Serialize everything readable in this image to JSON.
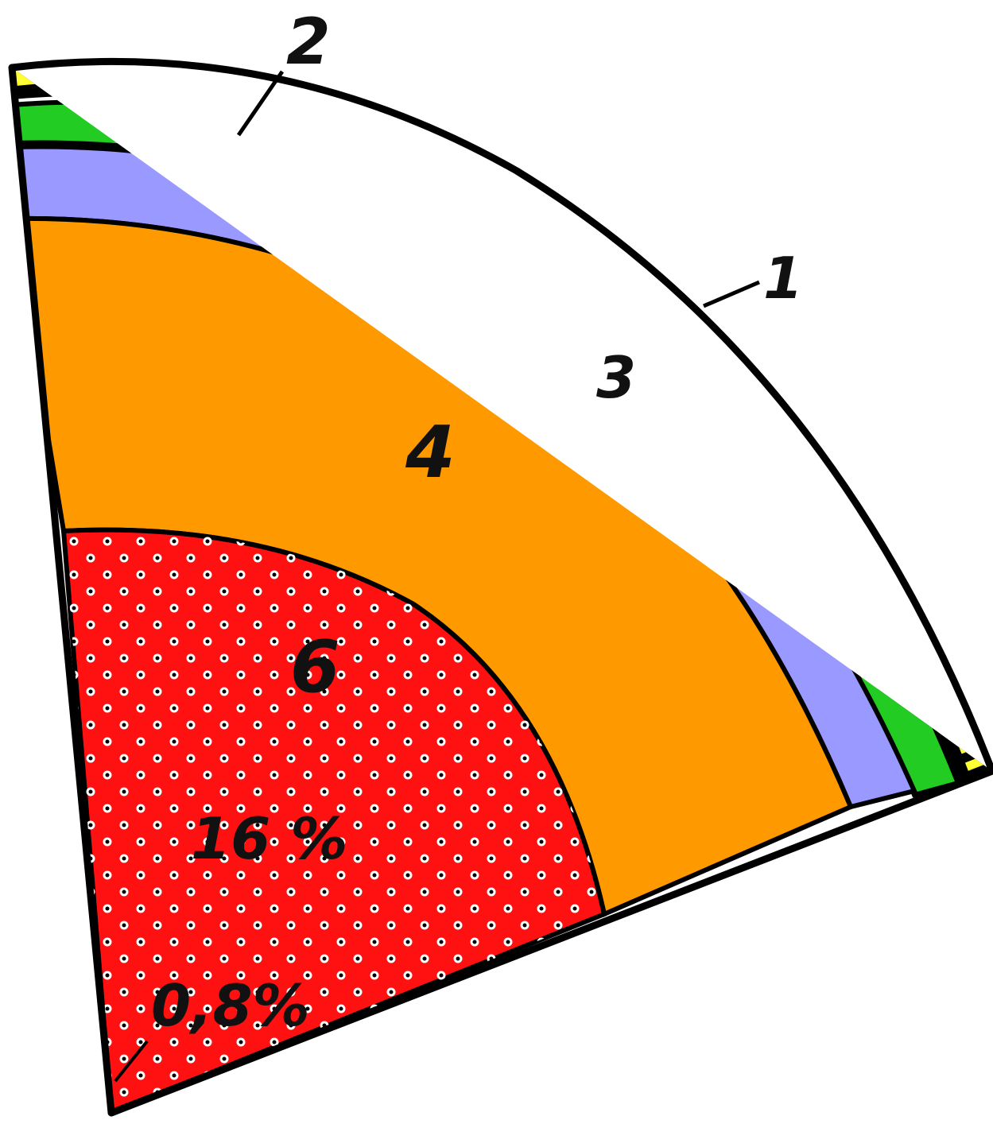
{
  "diagram": {
    "layers": [
      {
        "id": "1",
        "label": "1",
        "color": "#ffff33"
      },
      {
        "id": "2",
        "label": "2",
        "color": "#22cc22"
      },
      {
        "id": "3",
        "label": "3",
        "color": "#9999ff"
      },
      {
        "id": "4",
        "label": "4",
        "color": "#ff9900"
      },
      {
        "id": "6",
        "label": "6",
        "color": "#ff1111"
      }
    ],
    "annotations": {
      "outer_core_percent": "16 %",
      "inner_core_percent": "0,8%"
    },
    "colors": {
      "outline": "#000000",
      "dot_fill": "#000000",
      "dot_ring": "#ffffff"
    }
  }
}
